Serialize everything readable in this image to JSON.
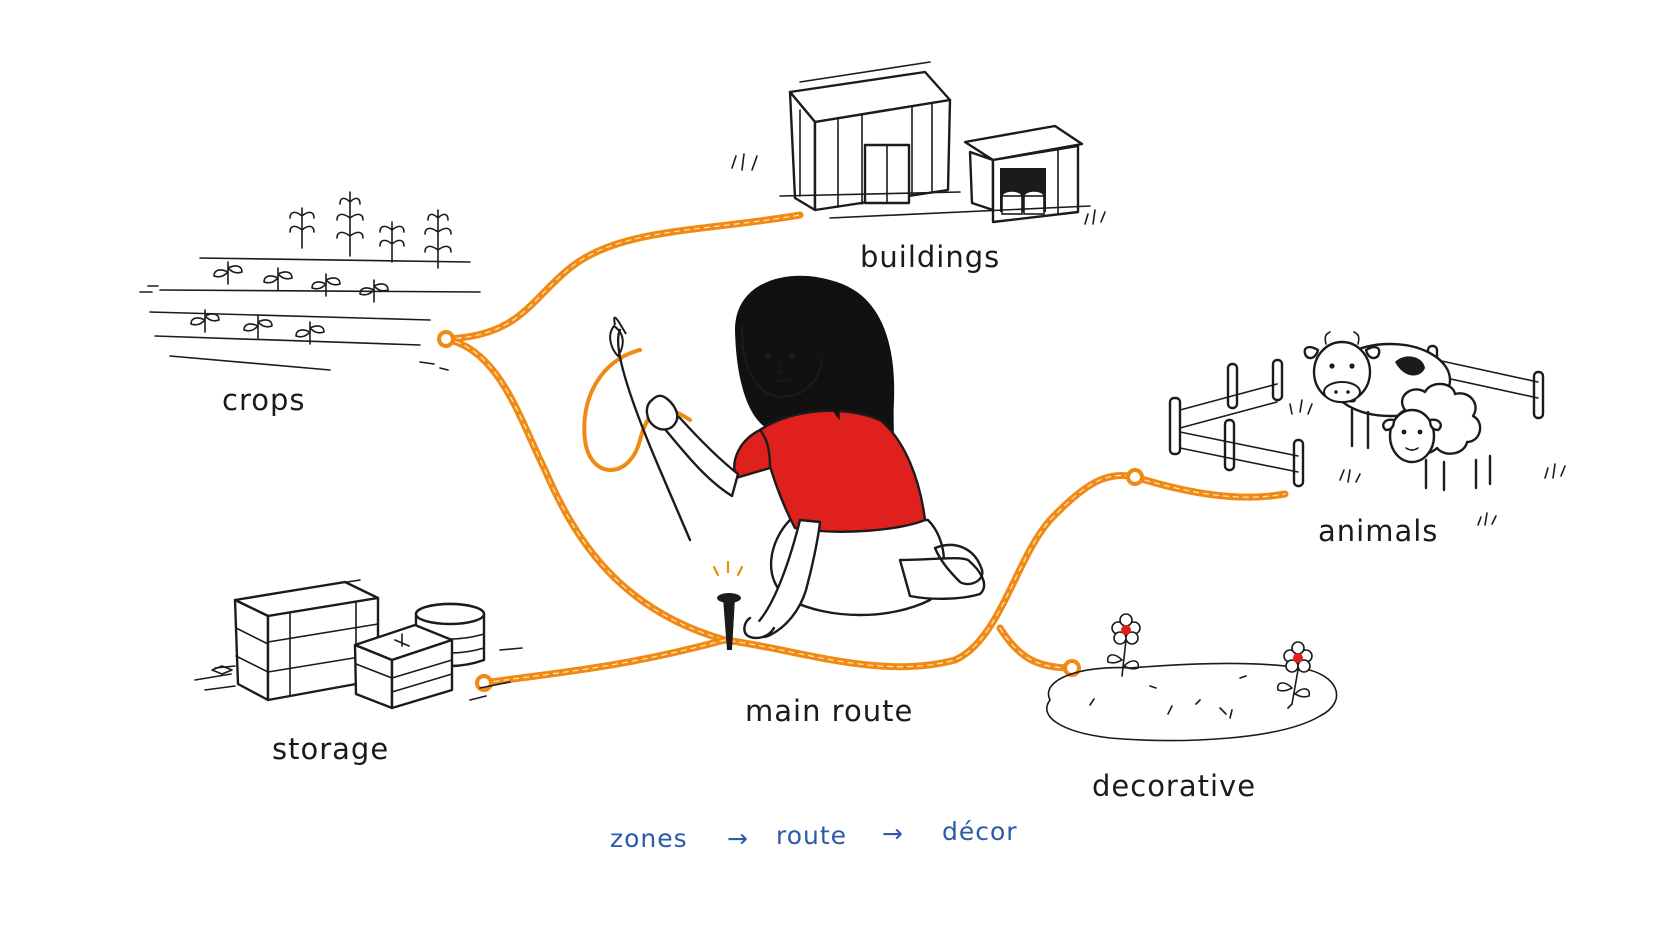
{
  "colors": {
    "ink": "#1b1b1b",
    "route": "#f08a14",
    "shirt": "#e0201c",
    "caption": "#2a5aa8",
    "flower": "#e0201c"
  },
  "zones": {
    "buildings": "buildings",
    "crops": "crops",
    "animals": "animals",
    "storage": "storage",
    "main_route": "main route",
    "decorative": "decorative"
  },
  "caption": {
    "step1": "zones",
    "step2": "route",
    "step3": "décor",
    "arrow": "→"
  },
  "icons": {
    "buildings": "barn-and-shed-icon",
    "crops": "crop-rows-icon",
    "animals": "fenced-cow-and-sheep-icon",
    "storage": "crates-and-barrels-icon",
    "decorative": "flower-patch-icon",
    "figure": "girl-with-needle-icon",
    "nail": "nail-stake-icon"
  }
}
